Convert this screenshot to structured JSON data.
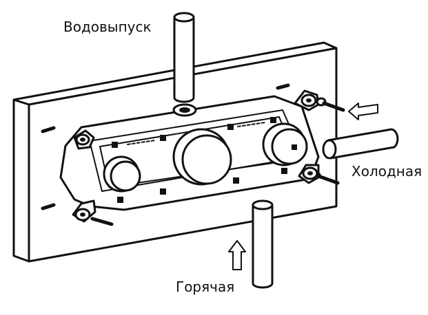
{
  "labels": {
    "outlet": "Водовыпуск",
    "cold": "Холодная",
    "hot": "Горячая"
  },
  "colors": {
    "line": "#111111",
    "background": "#ffffff"
  },
  "icons": {
    "cold_arrow": "arrow-left-icon",
    "hot_arrow": "arrow-up-icon"
  }
}
